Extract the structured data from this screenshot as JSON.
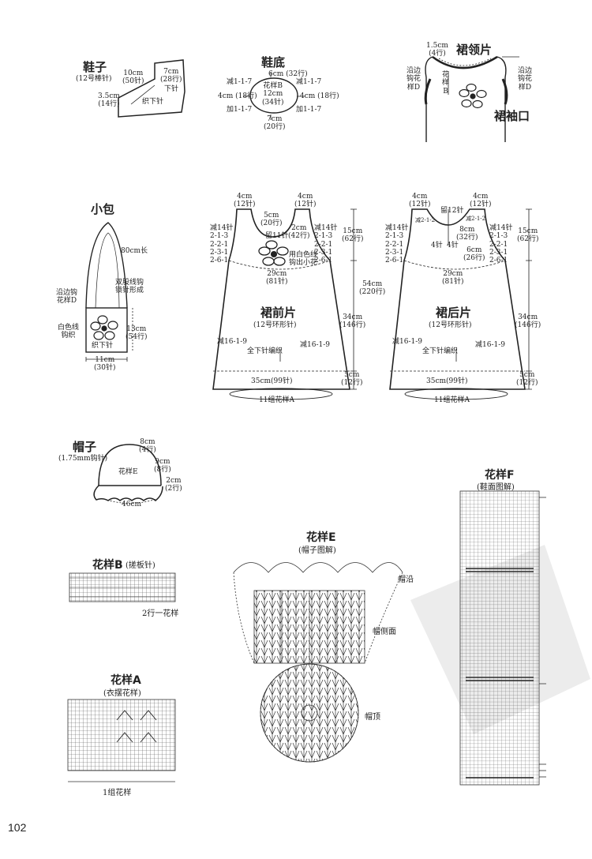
{
  "shoe": {
    "title": "鞋子",
    "needle": "(12号棒针)",
    "w10": "10cm",
    "w10s": "(50针)",
    "w7": "7cm",
    "w7s": "(28行)",
    "w35": "3.5cm",
    "w35s": "(14行)",
    "down": "下针",
    "knit_down": "织下针"
  },
  "sole": {
    "title": "鞋底",
    "top": "6cm (32行)",
    "dec_l": "减1-1-7",
    "dec_r": "减1-1-7",
    "inc_l": "加1-1-7",
    "inc_r": "加1-1-7",
    "pattern": "花样B",
    "mid": "12cm",
    "mid_s": "(34针)",
    "left": "4cm (18行)",
    "right": "4cm (18行)",
    "bot": "7cm",
    "bot_s": "(20行)"
  },
  "collar": {
    "title": "裙领片",
    "w": "1.5cm",
    "ws": "(4行)",
    "edge_l": [
      "沿边",
      "钩花",
      "样D"
    ],
    "pattern_b": [
      "花",
      "样",
      "B"
    ],
    "edge_r": [
      "沿边",
      "钩花",
      "样D"
    ],
    "cuff": "裙袖口"
  },
  "bag": {
    "title": "小包",
    "long": "80cm长",
    "cord": [
      "双股线钩",
      "锁针形成"
    ],
    "edge": [
      "沿边钩",
      "花样D"
    ],
    "white": [
      "白色线",
      "钩织"
    ],
    "h": "13cm",
    "hs": "(54行)",
    "knit_down": "织下针",
    "w": "11cm",
    "ws": "(30针)"
  },
  "front": {
    "title": "裙前片",
    "needle": "(12号环形针)",
    "sh_l": "4cm",
    "sh_ls": "(12针)",
    "sh_r": "4cm",
    "sh_rs": "(12针)",
    "neck": "5cm",
    "neck_s": "(20行)",
    "neck2": "2cm",
    "neck2_s": "(42行)",
    "dec11": "留11针",
    "dec_l": [
      "减14针",
      "2-1-3",
      "2-2-1",
      "2-3-1",
      "2-6-1"
    ],
    "dec_r": [
      "减14针",
      "2-1-3",
      "2-2-1",
      "2-3-1",
      "2-6-1"
    ],
    "flower": [
      "用白色线",
      "钩出小花"
    ],
    "h15": "15cm",
    "h15s": "(62行)",
    "h54": "54cm",
    "h54s": "(220行)",
    "h34": "34cm",
    "h34s": "(146行)",
    "h5": "5cm",
    "h5s": "(12行)",
    "chest": "29cm",
    "chest_s": "(81针)",
    "dec169_l": "减16-1-9",
    "dec169_r": "减16-1-9",
    "all_down": "全下针编织",
    "hem": "35cm(99针)",
    "repeat": "11组花样A"
  },
  "back": {
    "title": "裙后片",
    "needle": "(12号环形针)",
    "sh_l": "4cm",
    "sh_ls": "(12针)",
    "sh_r": "4cm",
    "sh_rs": "(12针)",
    "leave": "留12针",
    "dec_a": "减2-1-2",
    "dec_b": "减2-1-2",
    "neck8": "8cm",
    "neck8s": "(32行)",
    "four": "4针",
    "four2": "4针",
    "neck6": "6cm",
    "neck6s": "(26行)",
    "dec_l": [
      "减14针",
      "2-1-3",
      "2-2-1",
      "2-3-1",
      "2-6-1"
    ],
    "dec_r": [
      "减14针",
      "2-1-3",
      "2-2-1",
      "2-3-1",
      "2-6-1"
    ],
    "h15": "15cm",
    "h15s": "(62行)",
    "h34": "34cm",
    "h34s": "(146行)",
    "h5": "5cm",
    "h5s": "(12行)",
    "chest": "29cm",
    "chest_s": "(81针)",
    "dec169_l": "减16-1-9",
    "dec169_r": "减16-1-9",
    "all_down": "全下针编织",
    "hem": "35cm(99针)",
    "repeat": "11组花样A"
  },
  "hat": {
    "title": "帽子",
    "hook": "(1.75mm钩针)",
    "top": "8cm",
    "top_s": "(4行)",
    "side": "9cm",
    "side_s": "(8行)",
    "brim": "2cm",
    "brim_s": "(2行)",
    "pattern": "花样E",
    "circ": "46cm"
  },
  "patB": {
    "title": "花样B",
    "sub": "(搓板针)",
    "note": "2行一花样"
  },
  "patA": {
    "title": "花样A",
    "sub": "(衣摆花样)",
    "note": "1组花样"
  },
  "patE": {
    "title": "花样E",
    "sub": "(帽子图解)",
    "brim": "帽沿",
    "side": "帽侧面",
    "top": "帽顶"
  },
  "patF": {
    "title": "花样F",
    "sub": "(鞋面图解)"
  },
  "page_number": "102"
}
